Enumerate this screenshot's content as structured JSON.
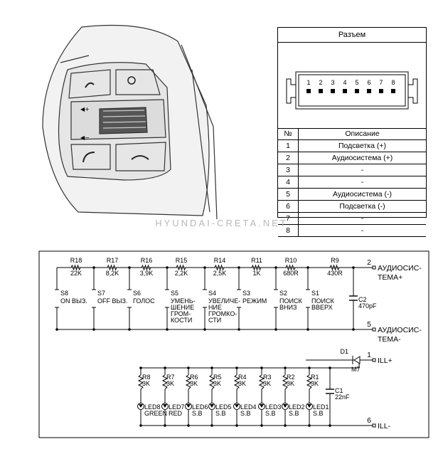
{
  "connector": {
    "title": "Разъем",
    "pin_numbers": [
      "1",
      "2",
      "3",
      "4",
      "5",
      "6",
      "7",
      "8"
    ],
    "headers": {
      "no": "№",
      "desc": "Описание"
    },
    "rows": [
      {
        "no": "1",
        "desc": "Подсветка (+)"
      },
      {
        "no": "2",
        "desc": "Аудиосистема (+)"
      },
      {
        "no": "3",
        "desc": "-"
      },
      {
        "no": "4",
        "desc": "-"
      },
      {
        "no": "5",
        "desc": "Аудиосистема (-)"
      },
      {
        "no": "6",
        "desc": "Подсветка (-)"
      },
      {
        "no": "7",
        "desc": "-"
      },
      {
        "no": "8",
        "desc": "-"
      }
    ]
  },
  "watermark": "HYUNDAI-CRETA.NET",
  "wheel_icons": [
    "phone-voice-icon",
    "mode-icon",
    "volume-plus-icon",
    "volume-minus-icon",
    "phone-call-icon",
    "phone-end-icon"
  ],
  "schematic": {
    "resistors_top": [
      {
        "name": "R18",
        "value": "22K"
      },
      {
        "name": "R17",
        "value": "8,2K"
      },
      {
        "name": "R16",
        "value": "3,9K"
      },
      {
        "name": "R15",
        "value": "2,2K"
      },
      {
        "name": "R14",
        "value": "2,5K"
      },
      {
        "name": "R11",
        "value": "1K"
      },
      {
        "name": "R10",
        "value": "680R"
      },
      {
        "name": "R9",
        "value": "430R"
      }
    ],
    "switches": [
      {
        "name": "S8",
        "lines": [
          "ON ВЫЗ."
        ]
      },
      {
        "name": "S7",
        "lines": [
          "OFF ВЫЗ."
        ]
      },
      {
        "name": "S6",
        "lines": [
          "ГОЛОС"
        ]
      },
      {
        "name": "S5",
        "lines": [
          "УМЕНЬ-",
          "ШЕНИЕ",
          "ГРОМ-",
          "КОСТИ"
        ]
      },
      {
        "name": "S4",
        "lines": [
          "УВЕЛИЧЕ-",
          "НИЕ",
          "ГРОМКО-",
          "СТИ"
        ]
      },
      {
        "name": "S3",
        "lines": [
          "РЕЖИМ"
        ]
      },
      {
        "name": "S2",
        "lines": [
          "ПОИСК",
          "ВНИЗ"
        ]
      },
      {
        "name": "S1",
        "lines": [
          "ПОИСК",
          "ВВЕРХ"
        ]
      }
    ],
    "c2": {
      "name": "C2",
      "value": "470pF"
    },
    "pins": {
      "p2": {
        "num": "2",
        "lines": [
          "АУДИОСИС-",
          "ТЕМА+"
        ]
      },
      "p5": {
        "num": "5",
        "lines": [
          "АУДИОСИС-",
          "ТЕМА-"
        ]
      },
      "p1": {
        "num": "1",
        "label": "ILL+"
      },
      "p6": {
        "num": "6",
        "label": "ILL-"
      }
    },
    "diode": {
      "name": "D1",
      "part": "M7"
    },
    "resistors_led": [
      {
        "name": "R8",
        "value": "3K"
      },
      {
        "name": "R7",
        "value": "3K"
      },
      {
        "name": "R6",
        "value": "3K"
      },
      {
        "name": "R5",
        "value": "3K"
      },
      {
        "name": "R4",
        "value": "3K"
      },
      {
        "name": "R3",
        "value": "3K"
      },
      {
        "name": "R2",
        "value": "3K"
      },
      {
        "name": "R1",
        "value": "3K"
      }
    ],
    "leds": [
      {
        "name": "LED8",
        "color": "GREEN"
      },
      {
        "name": "LED7",
        "color": "RED"
      },
      {
        "name": "LED6",
        "color": "S.B"
      },
      {
        "name": "LED5",
        "color": "S.B"
      },
      {
        "name": "LED4",
        "color": "S.B"
      },
      {
        "name": "LED3",
        "color": "S.B"
      },
      {
        "name": "LED2",
        "color": "S.B"
      },
      {
        "name": "LED1",
        "color": "S.B"
      }
    ],
    "c1": {
      "name": "C1",
      "value": "22nF"
    }
  }
}
